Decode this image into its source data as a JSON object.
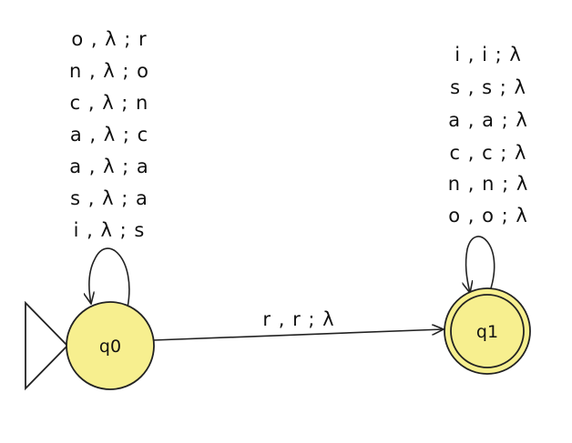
{
  "colors": {
    "state_fill": "#f7ef8f",
    "stroke": "#222222",
    "background": "#ffffff"
  },
  "states": [
    {
      "id": "q0",
      "label": "q0",
      "initial": true,
      "final": false
    },
    {
      "id": "q1",
      "label": "q1",
      "initial": false,
      "final": true
    }
  ],
  "transitions": {
    "q0_loop": [
      "o , λ ; r",
      "n , λ ; o",
      "c , λ ; n",
      "a , λ ; c",
      "a , λ ; a",
      "s , λ ; a",
      "i , λ ; s"
    ],
    "q1_loop": [
      "i , i ; λ",
      "s , s ; λ",
      "a , a ; λ",
      "c , c ; λ",
      "n , n ; λ",
      "o , o ; λ"
    ],
    "q0_to_q1": "r , r ; λ"
  }
}
